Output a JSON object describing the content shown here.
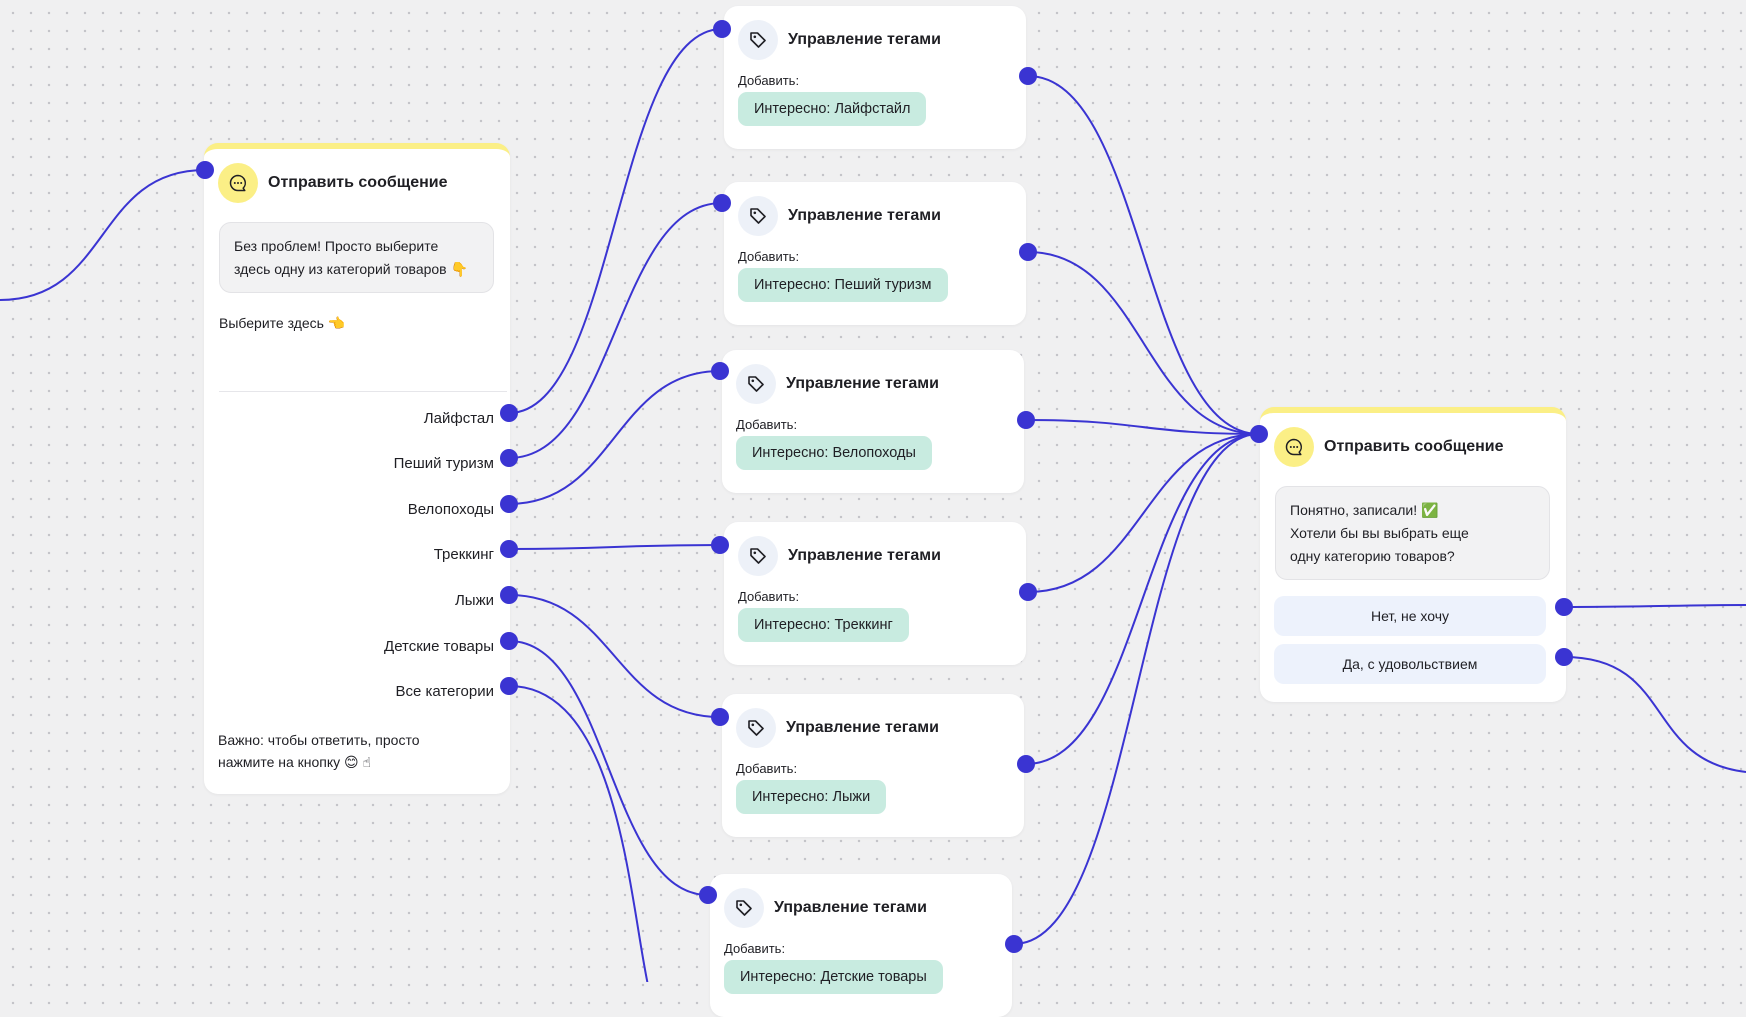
{
  "colors": {
    "edge": "#3a34d2",
    "port": "#3a34d2",
    "message_accent": "#fbef86",
    "tag_chip": "#c8ebe0",
    "reply_button": "#edf2fc",
    "canvas": "#f0f0f1"
  },
  "icons": {
    "message": "chat-bubble-icon",
    "tag": "tag-icon"
  },
  "message_node_1": {
    "title": "Отправить сообщение",
    "bubble_line1": "Без проблем! Просто выберите",
    "bubble_line2": "здесь одну из категорий товаров 👇",
    "prompt": "Выберите здесь 👈",
    "options": [
      "Лайфстал",
      "Пеший туризм",
      "Велопоходы",
      "Треккинг",
      "Лыжи",
      "Детские товары",
      "Все категории"
    ],
    "note_line1": "Важно: чтобы ответить, просто",
    "note_line2": "нажмите на кнопку 😊 ☝"
  },
  "tag_nodes": [
    {
      "title": "Управление тегами",
      "label": "Добавить:",
      "tag": "Интересно: Лайфстайл"
    },
    {
      "title": "Управление тегами",
      "label": "Добавить:",
      "tag": "Интересно: Пеший туризм"
    },
    {
      "title": "Управление тегами",
      "label": "Добавить:",
      "tag": "Интересно: Велопоходы"
    },
    {
      "title": "Управление тегами",
      "label": "Добавить:",
      "tag": "Интересно: Треккинг"
    },
    {
      "title": "Управление тегами",
      "label": "Добавить:",
      "tag": "Интересно: Лыжи"
    },
    {
      "title": "Управление тегами",
      "label": "Добавить:",
      "tag": "Интересно: Детские товары"
    }
  ],
  "message_node_2": {
    "title": "Отправить сообщение",
    "bubble_line1": "Понятно, записали! ✅",
    "bubble_line2": "Хотели бы вы выбрать еще",
    "bubble_line3": "одну категорию товаров?",
    "buttons": [
      "Нет, не хочу",
      "Да, с удовольствием"
    ]
  }
}
